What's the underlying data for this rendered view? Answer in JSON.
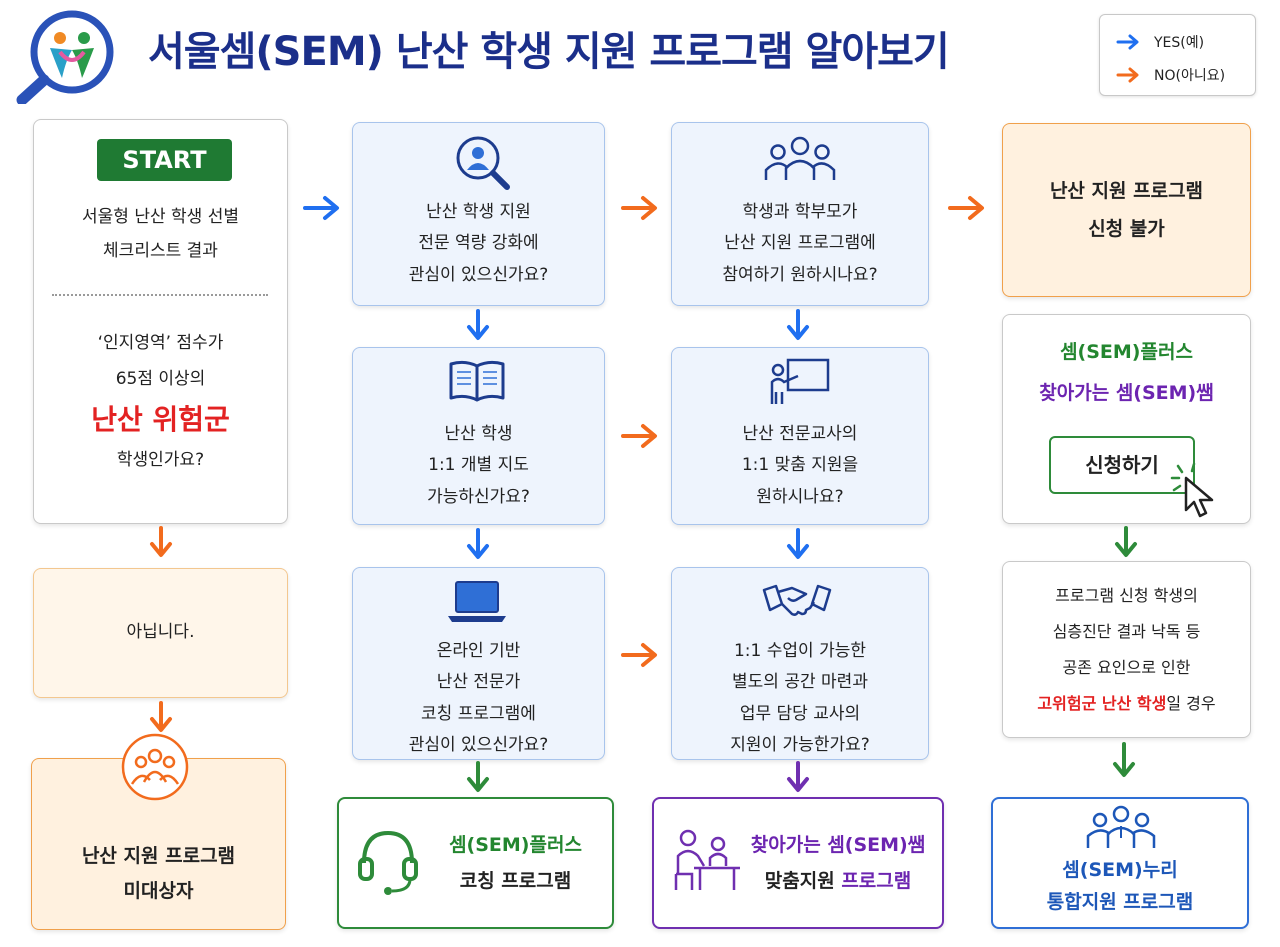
{
  "header": {
    "title": "서울셈(SEM) 난산 학생 지원 프로그램 알아보기"
  },
  "legend": {
    "yes_label": "YES(예)",
    "no_label": "NO(아니요)",
    "yes_color": "#1f6ff0",
    "no_color": "#f26b1d"
  },
  "start": {
    "badge": "START",
    "line1": "서울형 난산 학생 선별",
    "line2": "체크리스트 결과",
    "q_line1": "‘인지영역’ 점수가",
    "q_line2": "65점 이상의",
    "q_highlight": "난산 위험군",
    "q_line3": "학생인가요?"
  },
  "no_branch": {
    "answer": "아닙니다.",
    "result_line1": "난산 지원 프로그램",
    "result_line2": "미대상자"
  },
  "col2": {
    "q1": [
      "난산 학생 지원",
      "전문 역량 강화에",
      "관심이 있으신가요?"
    ],
    "q2": [
      "난산 학생",
      "1:1 개별 지도",
      "가능하신가요?"
    ],
    "q3": [
      "온라인 기반",
      "난산 전문가",
      "코칭 프로그램에",
      "관심이 있으신가요?"
    ],
    "result_line1": "셈(SEM)플러스",
    "result_line2": "코칭 프로그램"
  },
  "col3": {
    "q1": [
      "학생과 학부모가",
      "난산 지원 프로그램에",
      "참여하기 원하시나요?"
    ],
    "q2": [
      "난산 전문교사의",
      "1:1 맞춤 지원을",
      "원하시나요?"
    ],
    "q3": [
      "1:1 수업이 가능한",
      "별도의 공간 마련과",
      "업무 담당 교사의",
      "지원이 가능한가요?"
    ],
    "result_line1": "찾아가는 셈(SEM)쌤",
    "result_line2a": "맞춤지원",
    "result_line2b": "프로그램"
  },
  "col4": {
    "not_eligible_line1": "난산 지원 프로그램",
    "not_eligible_line2": "신청 불가",
    "apply_line1": "셈(SEM)플러스",
    "apply_line2": "찾아가는 셈(SEM)쌤",
    "apply_button": "신청하기",
    "cond_line1": "프로그램 신청 학생의",
    "cond_line2": "심층진단 결과 낙독 등",
    "cond_line3": "공존 요인으로 인한",
    "cond_highlight": "고위험군 난산 학생",
    "cond_tail": "일 경우",
    "result_line1": "셈(SEM)누리",
    "result_line2": "통합지원 프로그램"
  },
  "colors": {
    "yes_arrow": "#1f6ff0",
    "no_arrow": "#f26b1d",
    "green": "#2e8b3a",
    "purple": "#6f2fb0",
    "navy": "#2f6fd6",
    "highlight_red": "#e32222",
    "title_navy": "#1b2f8a"
  },
  "icons": [
    "logo-icon",
    "magnifier-person-icon",
    "group-icon",
    "book-icon",
    "teacher-board-icon",
    "laptop-icon",
    "handshake-icon",
    "headset-icon",
    "tutoring-icon",
    "people-circle-icon",
    "cursor-click-icon",
    "team-icon"
  ]
}
